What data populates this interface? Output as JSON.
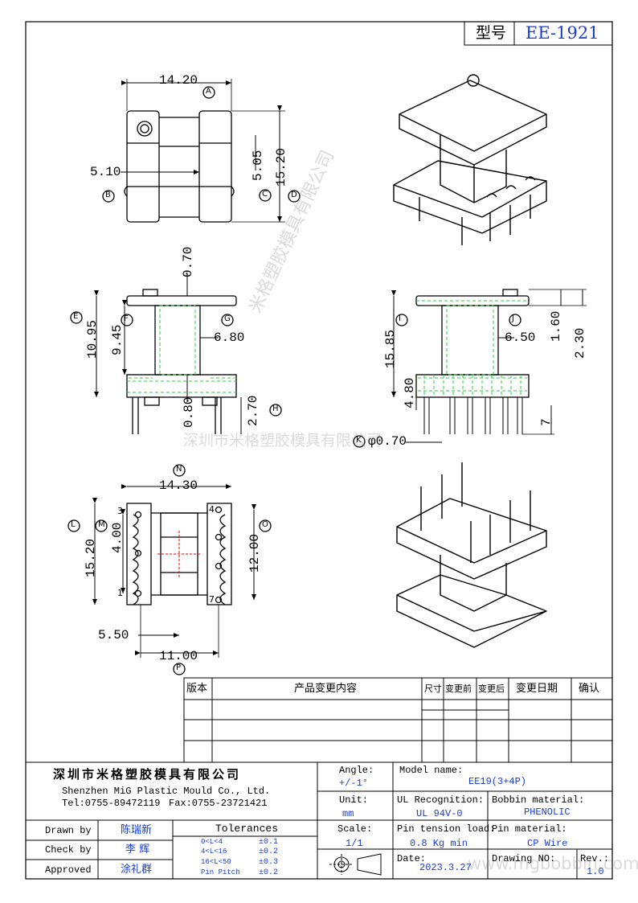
{
  "title_block": {
    "type_label": "型号",
    "model_code": "EE-1921"
  },
  "dimensions": {
    "top_view": {
      "width": "14.20",
      "slot": "5.05",
      "height": "15.20",
      "inner": "5.10",
      "callouts": [
        "A",
        "B",
        "C",
        "D"
      ]
    },
    "front_view": {
      "top": "0.70",
      "overall": "10.95",
      "inner_height": "9.45",
      "width": "6.80",
      "bottom": "0.80",
      "pin": "2.70",
      "callouts": [
        "E",
        "F",
        "G",
        "H"
      ]
    },
    "side_view": {
      "height": "15.85",
      "width": "6.50",
      "flange_a": "1.60",
      "flange_b": "2.30",
      "base": "4.80",
      "pin_len": "7",
      "pin_dia": "φ0.70",
      "callouts": [
        "I",
        "J",
        "K"
      ]
    },
    "bottom_view": {
      "width": "14.30",
      "height": "15.20",
      "pitch": "4.00",
      "span": "12.00",
      "offset": "5.50",
      "pin_span": "11.00",
      "pin_numbers": [
        "3",
        "1",
        "4",
        "7"
      ],
      "callouts": [
        "N",
        "L",
        "M",
        "O",
        "P"
      ]
    }
  },
  "watermarks": {
    "center": "深圳市米格塑胶模具有限公司",
    "diagonal": "米格塑胶模具有限公司",
    "url": "www.mgbobbin.com"
  },
  "revision_table": {
    "headers": [
      "版本",
      "产品变更内容",
      "尺寸",
      "变更前",
      "变更后",
      "变更日期",
      "确认"
    ]
  },
  "company": {
    "name_cn": "深圳市米格塑胶模具有限公司",
    "name_en": "Shenzhen MiG Plastic Mould Co., Ltd.",
    "tel": "Tel:0755-89472119",
    "fax": "Fax:0755-23721421"
  },
  "specs": {
    "angle_label": "Angle:",
    "angle_value": "+/-1°",
    "unit_label": "Unit:",
    "unit_value": "mm",
    "scale_label": "Scale:",
    "scale_value": "1/1",
    "model_label": "Model name:",
    "model_value": "EE19(3+4P)",
    "ul_label": "UL Recognition:",
    "ul_value": "UL 94V-0",
    "bobbin_label": "Bobbin material:",
    "bobbin_value": "PHENOLIC",
    "tension_label": "Pin tension load:",
    "tension_value": "0.8 Kg min",
    "pin_label": "Pin material:",
    "pin_value": "CP Wire",
    "date_label": "Date:",
    "date_value": "2023.3.27",
    "drawing_label": "Drawing NO:",
    "rev_label": "Rev.:",
    "rev_value": "1.0"
  },
  "approvals": [
    {
      "role": "Drawn by",
      "name": "陈瑞新"
    },
    {
      "role": "Check by",
      "name": "李 辉"
    },
    {
      "role": "Approved",
      "name": "涂礼群"
    }
  ],
  "tolerances": {
    "title": "Tolerances",
    "rows": [
      {
        "range": "0<L<4",
        "value": "±0.1"
      },
      {
        "range": "4<L<16",
        "value": "±0.2"
      },
      {
        "range": "16<L<50",
        "value": "±0.3"
      },
      {
        "range": "Pin Pitch",
        "value": "±0.2"
      }
    ]
  }
}
